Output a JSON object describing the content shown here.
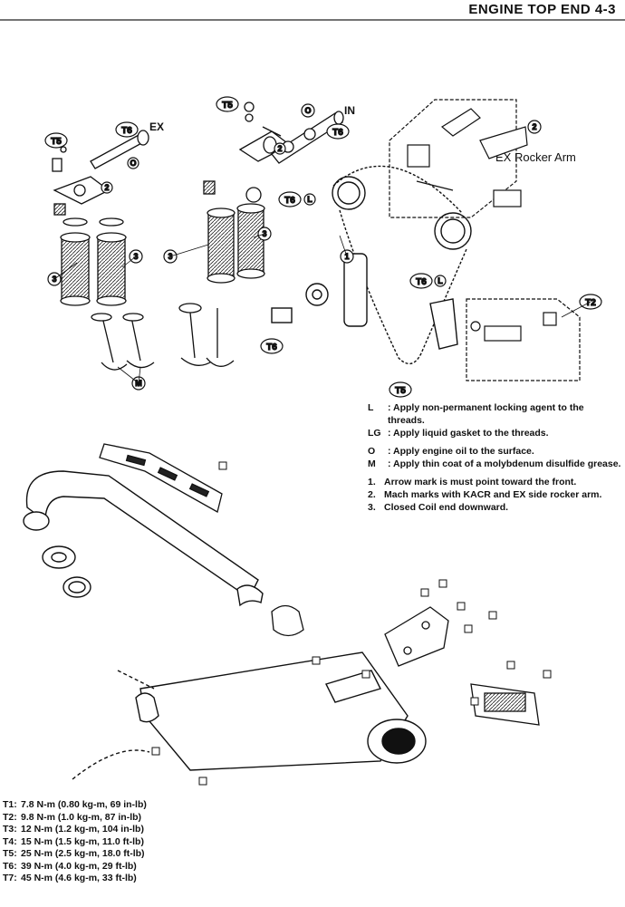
{
  "header": {
    "title": "ENGINE TOP END 4-3"
  },
  "labels": {
    "ex": "EX",
    "in": "IN",
    "ex_rocker_arm": "EX Rocker Arm"
  },
  "legend": [
    {
      "key": "L",
      "text": ": Apply non-permanent locking agent to the threads."
    },
    {
      "key": "LG",
      "text": ": Apply liquid gasket to the threads."
    },
    {
      "key": "O",
      "text": ": Apply engine oil to the surface."
    },
    {
      "key": "M",
      "text": ": Apply thin coat of a molybdenum disulfide grease."
    }
  ],
  "notes": [
    {
      "key": "1.",
      "text": "Arrow mark is must point toward the front."
    },
    {
      "key": "2.",
      "text": "Mach marks with KACR and EX side rocker arm."
    },
    {
      "key": "3.",
      "text": "Closed Coil end downward."
    }
  ],
  "torque": [
    {
      "key": "T1:",
      "text": "7.8 N-m (0.80 kg-m, 69 in-lb)"
    },
    {
      "key": "T2:",
      "text": "9.8 N-m (1.0 kg-m, 87 in-lb)"
    },
    {
      "key": "T3:",
      "text": "12 N-m (1.2 kg-m, 104 in-lb)"
    },
    {
      "key": "T4:",
      "text": "15 N-m (1.5 kg-m, 11.0 ft-lb)"
    },
    {
      "key": "T5:",
      "text": "25 N-m (2.5 kg-m, 18.0 ft-lb)"
    },
    {
      "key": "T6:",
      "text": "39 N-m (4.0 kg-m, 29 ft-lb)"
    },
    {
      "key": "T7:",
      "text": "45 N-m (4.6 kg-m, 33 ft-lb)"
    }
  ],
  "callouts": {
    "t5": "T5",
    "t6": "T6",
    "t2": "T2",
    "o": "O",
    "l": "L",
    "m": "M",
    "n1": "1",
    "n2": "2",
    "n3": "3"
  }
}
